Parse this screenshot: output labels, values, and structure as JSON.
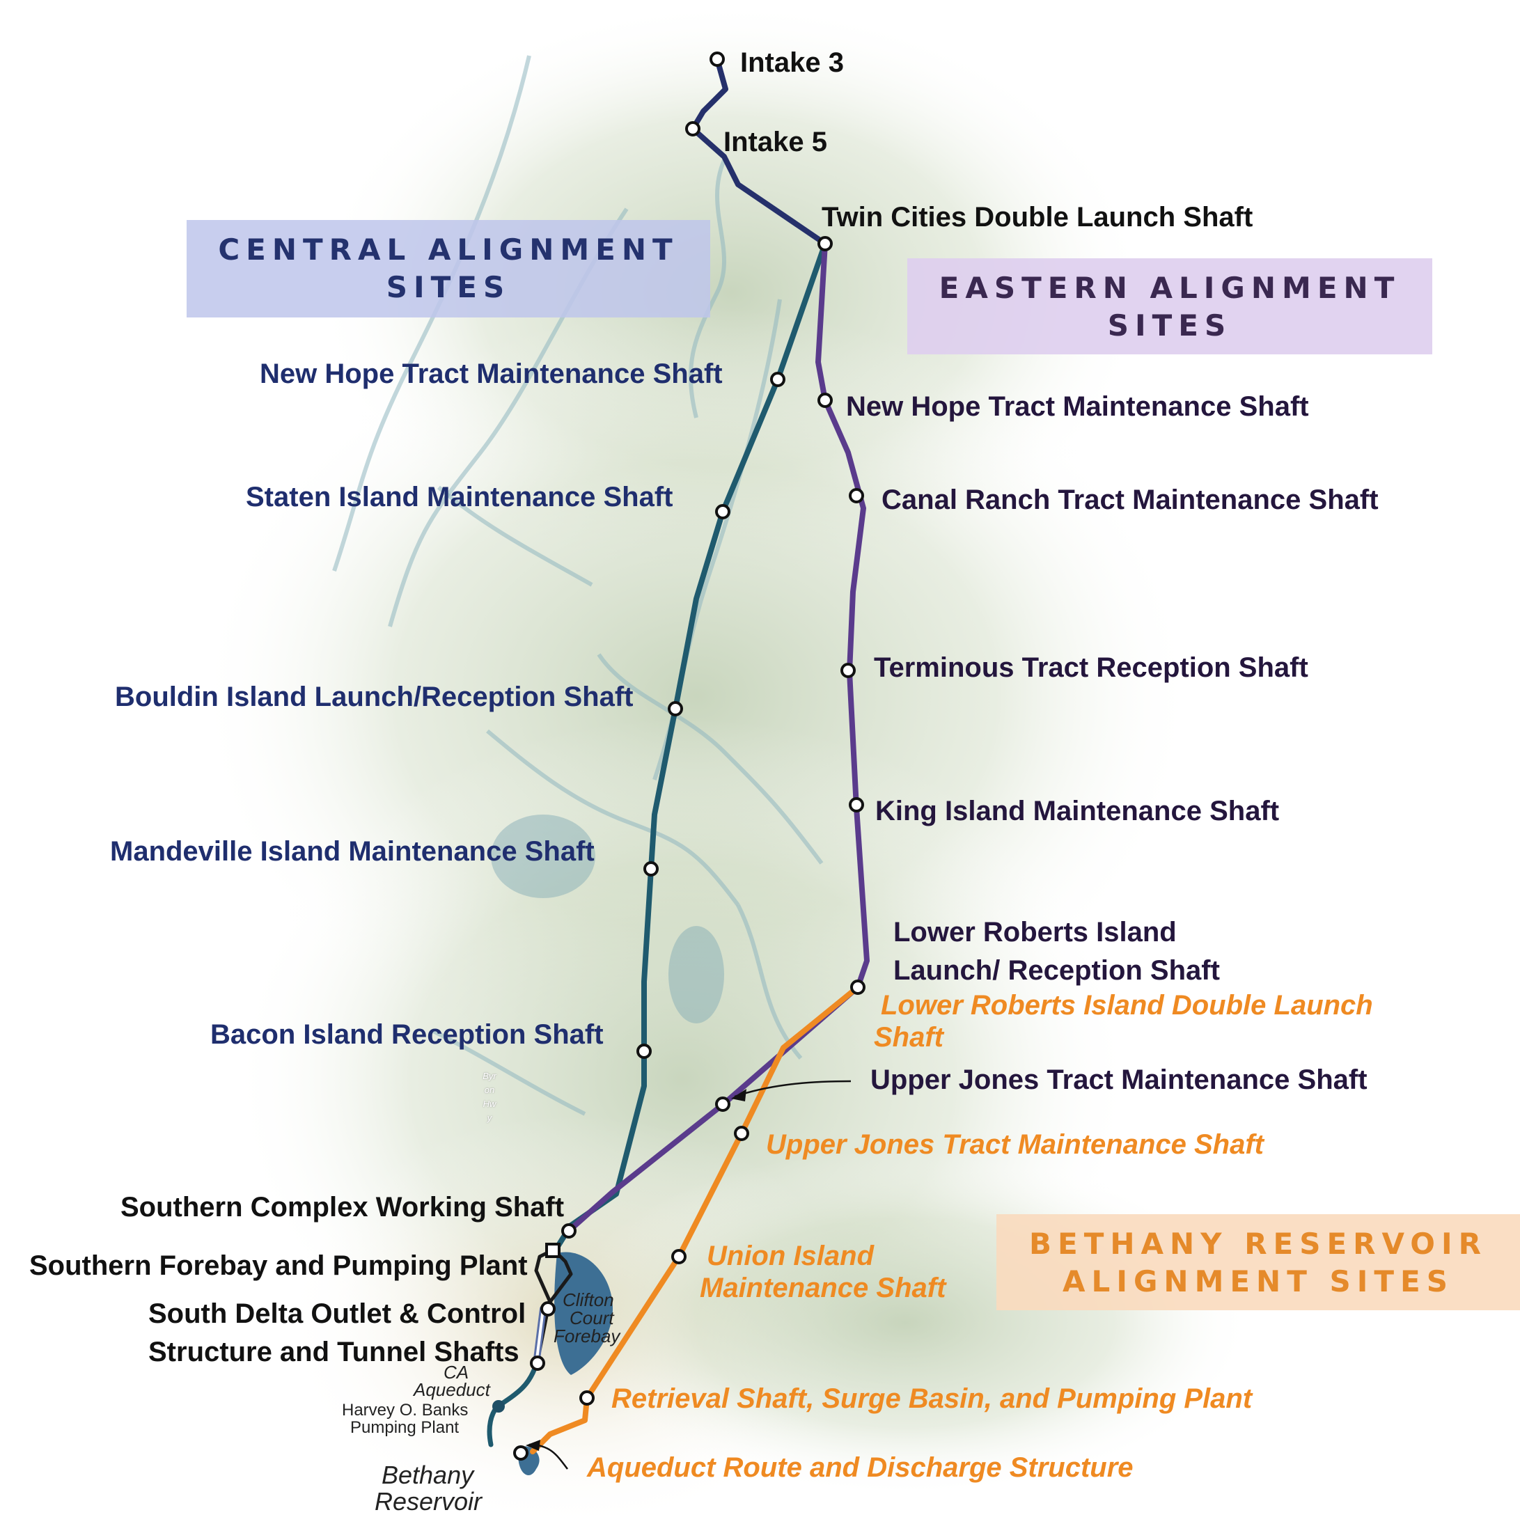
{
  "colors": {
    "central_route": "#1f5a6e",
    "eastern_route": "#5a3b8c",
    "shared_route": "#25306b",
    "bethany_route": "#ef8a22",
    "central_text": "#1f2e6e",
    "eastern_text": "#24163d",
    "bethany_text": "#ef8a22"
  },
  "legend_boxes": {
    "central": [
      "CENTRAL ALIGNMENT",
      "SITES"
    ],
    "eastern": [
      "EASTERN ALIGNMENT",
      "SITES"
    ],
    "bethany": [
      "BETHANY RESERVOIR",
      "ALIGNMENT SITES"
    ]
  },
  "shared_labels": {
    "intake3": "Intake 3",
    "intake5": "Intake 5",
    "twin_cities": "Twin Cities Double Launch Shaft"
  },
  "central_labels": {
    "new_hope": "New Hope Tract Maintenance Shaft",
    "staten": "Staten Island Maintenance Shaft",
    "bouldin": "Bouldin Island Launch/Reception Shaft",
    "mandeville": "Mandeville Island Maintenance Shaft",
    "bacon": "Bacon Island Reception Shaft"
  },
  "eastern_labels": {
    "new_hope": "New Hope Tract Maintenance Shaft",
    "canal_ranch": "Canal Ranch Tract Maintenance Shaft",
    "terminous": "Terminous Tract Reception Shaft",
    "king_island": "King Island Maintenance Shaft",
    "lower_roberts_1": "Lower Roberts Island",
    "lower_roberts_2": "Launch/ Reception Shaft",
    "upper_jones": "Upper Jones Tract Maintenance Shaft"
  },
  "bethany_labels": {
    "lower_roberts_1": "Lower Roberts Island Double Launch",
    "lower_roberts_2": "Shaft",
    "upper_jones": "Upper Jones Tract Maintenance Shaft",
    "union_1": "Union Island",
    "union_2": "Maintenance Shaft",
    "retrieval": "Retrieval Shaft, Surge Basin, and Pumping Plant",
    "aqueduct": "Aqueduct Route and Discharge Structure"
  },
  "southern_labels": {
    "complex": "Southern Complex Working Shaft",
    "forebay_plant": "Southern Forebay and Pumping Plant",
    "south_delta_1": "South Delta Outlet & Control",
    "south_delta_2": "Structure and Tunnel Shafts"
  },
  "map_labels": {
    "clifton_1": "Clifton",
    "clifton_2": "Court",
    "clifton_3": "Forebay",
    "ca_aqueduct_1": "CA",
    "ca_aqueduct_2": "Aqueduct",
    "banks_1": "Harvey O. Banks",
    "banks_2": "Pumping Plant",
    "bethany_res_1": "Bethany",
    "bethany_res_2": "Reservoir",
    "byron_hwy": [
      "Byr",
      "on",
      "Hw",
      "y"
    ]
  }
}
